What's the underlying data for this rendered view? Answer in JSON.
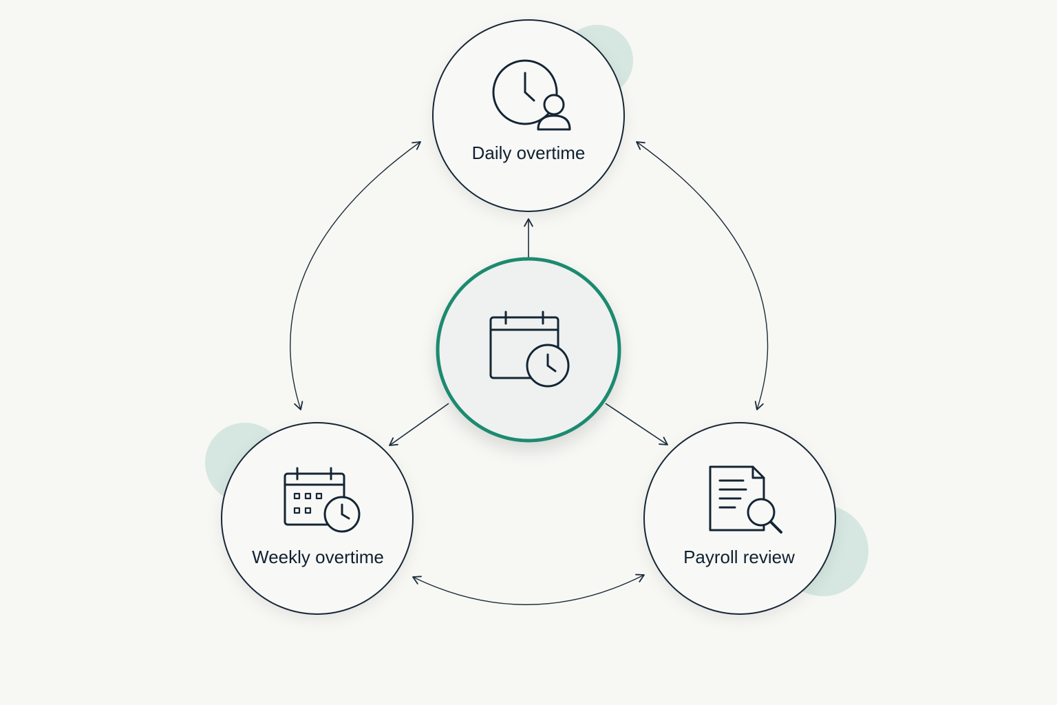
{
  "diagram": {
    "nodes": {
      "center": {
        "label": "",
        "icon": "calendar-clock-icon"
      },
      "top": {
        "label": "Daily overtime",
        "icon": "clock-person-icon"
      },
      "left": {
        "label": "Weekly overtime",
        "icon": "calendar-grid-clock-icon"
      },
      "right": {
        "label": "Payroll review",
        "icon": "document-search-icon"
      }
    },
    "colors": {
      "background": "#f7f7f4",
      "node_fill": "#f8f8f6",
      "center_fill": "#eef1ef",
      "outline": "#142534",
      "accent": "#1f8a70",
      "blob": "#cfe4dc"
    }
  }
}
